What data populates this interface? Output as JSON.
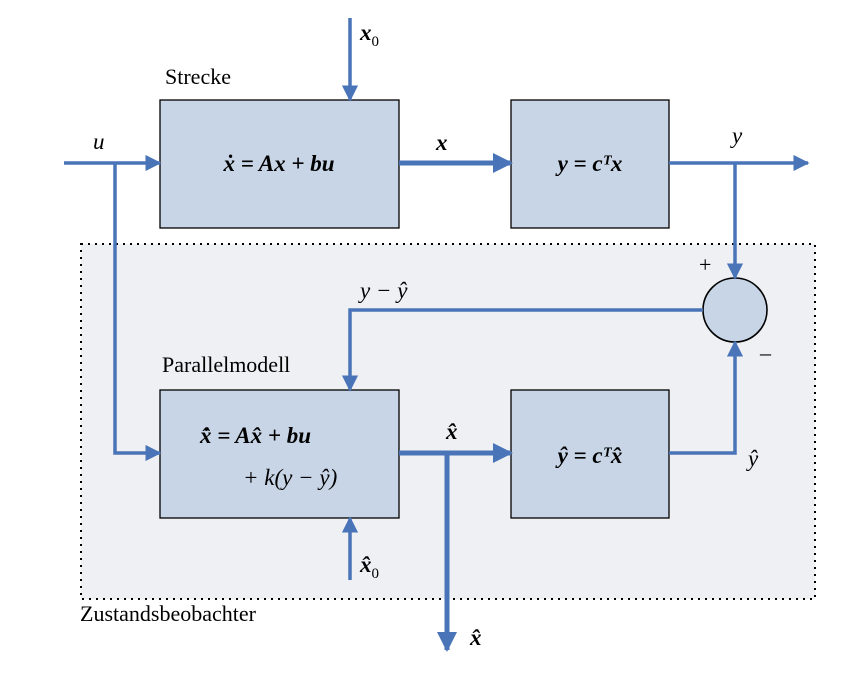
{
  "labels": {
    "plant_title": "Strecke",
    "model_title": "Parallelmodell",
    "observer_title": "Zustandsbeobachter",
    "input": "u",
    "output": "y",
    "state": "x",
    "state_hat": "x̂",
    "output_hat": "ŷ",
    "initial_state": "x",
    "initial_state_sub": "0",
    "initial_state_hat": "x̂",
    "initial_state_hat_sub": "0",
    "error": "y − ŷ",
    "plus": "+",
    "minus": "–"
  },
  "equations": {
    "plant_state": "ẋ = Ax + bu",
    "plant_output": "y = cᵀx",
    "model_state_line1": "x̂̇ = Ax̂ + bu",
    "model_state_line2": "+ k(y − ŷ)",
    "model_output": "ŷ = cᵀx̂"
  },
  "colors": {
    "signal_line": "#4a74b8",
    "block_fill": "#c7d5e6",
    "observer_region": "#eef0f3"
  }
}
